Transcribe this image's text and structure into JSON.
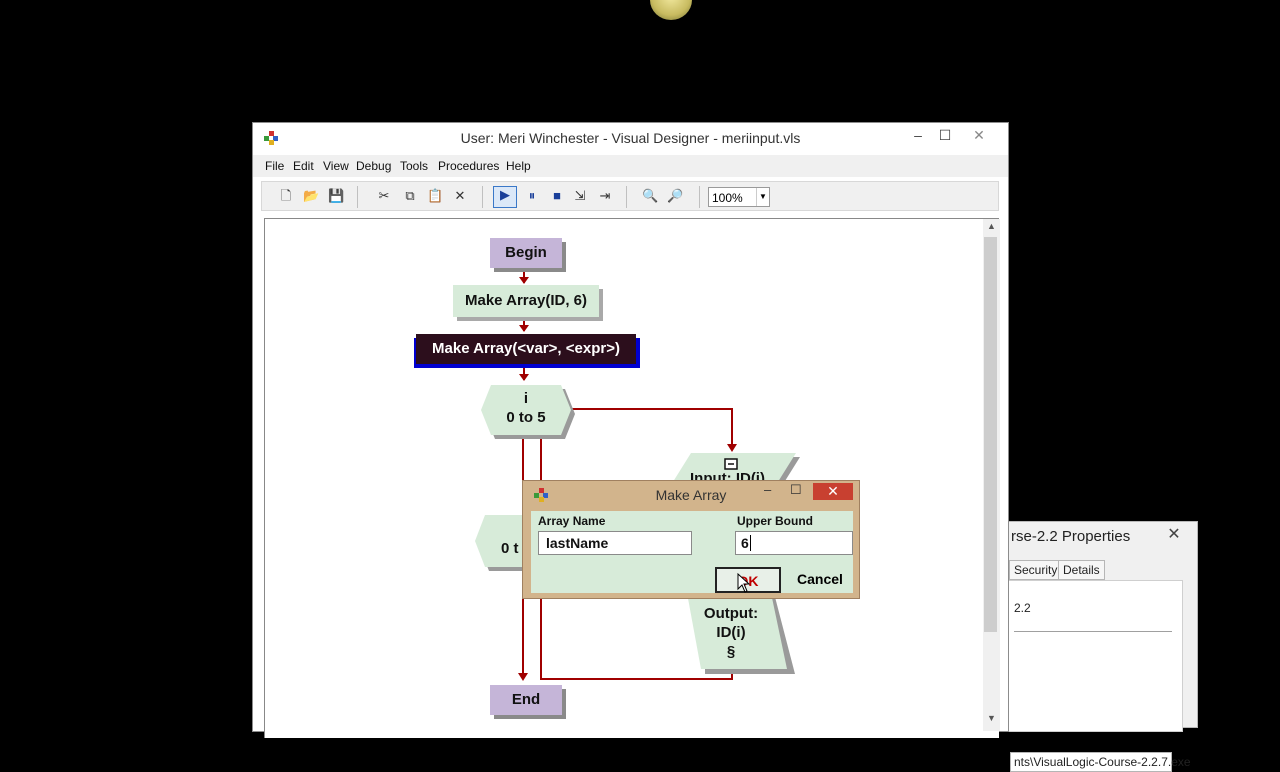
{
  "window": {
    "title": "User: Meri Winchester - Visual Designer - meriinput.vls",
    "minimize": "–",
    "maximize": "☐",
    "close": "✕"
  },
  "menu": [
    "File",
    "Edit",
    "View",
    "Debug",
    "Tools",
    "Procedures",
    "Help"
  ],
  "toolbar": {
    "zoom": "100%"
  },
  "flowchart": {
    "begin": "Begin",
    "make_array": "Make Array(ID, 6)",
    "selected_template": "Make Array(<var>, <expr>)",
    "loop1_var": "i",
    "loop1_range": "0 to 5",
    "input_label": "Input: ID(i)",
    "loop2_partial": "0 t",
    "output_line1": "Output:",
    "output_line2": "ID(i)",
    "output_line3": "§",
    "end": "End"
  },
  "dialog": {
    "title": "Make Array",
    "array_name_label": "Array Name",
    "array_name_value": "lastName",
    "upper_bound_label": "Upper Bound",
    "upper_bound_value": "6",
    "ok": "OK",
    "cancel": "Cancel",
    "close": "✕",
    "minimize": "–",
    "maximize": "☐"
  },
  "properties": {
    "title": "rse-2.2 Properties",
    "tabs": [
      "Security",
      "Details"
    ],
    "version": "2.2",
    "path": "nts\\VisualLogic-Course-2.2.7.exe",
    "close": "✕"
  },
  "colors": {
    "flow_line": "#a00000",
    "terminal": "#c5b5d8",
    "statement": "#d7ebd9",
    "dialog_frame": "#d2b48c"
  }
}
